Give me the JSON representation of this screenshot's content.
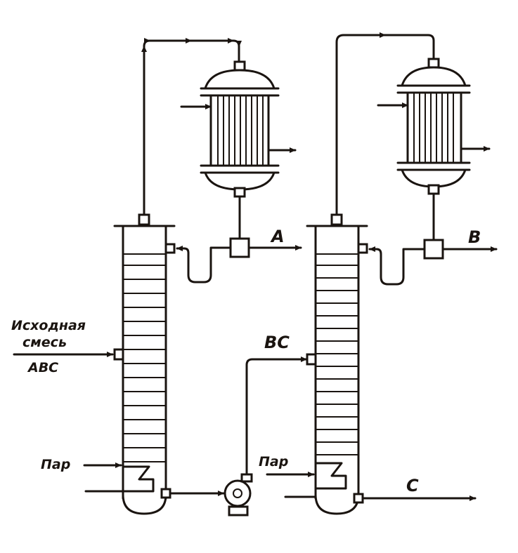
{
  "labels": {
    "feed_line1": "Исходная",
    "feed_line2": "смесь",
    "feed_line3": "АВС",
    "product_a": "А",
    "product_b": "В",
    "intermediate_bc": "ВС",
    "steam_left": "Пар",
    "steam_right": "Пар",
    "product_c": "С"
  },
  "colors": {
    "ink": "#1a1410",
    "paper": "#ffffff"
  }
}
